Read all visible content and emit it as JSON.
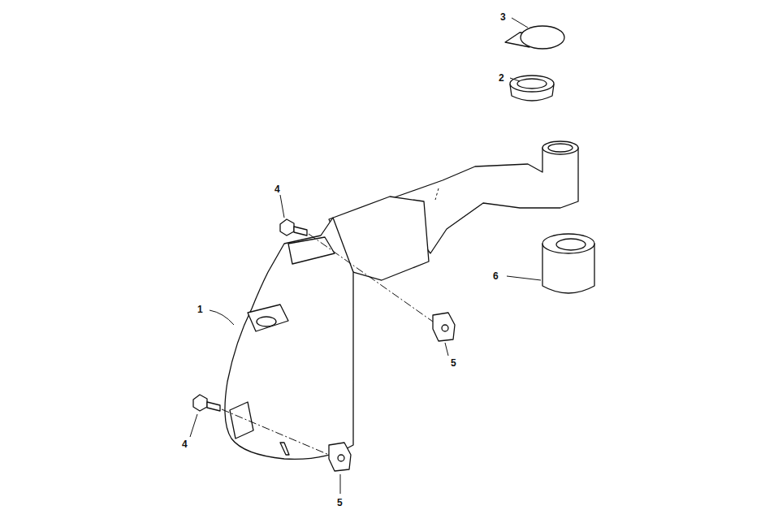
{
  "diagram": {
    "labels": [
      "3",
      "2",
      "4",
      "6",
      "1",
      "5",
      "4",
      "5"
    ]
  }
}
